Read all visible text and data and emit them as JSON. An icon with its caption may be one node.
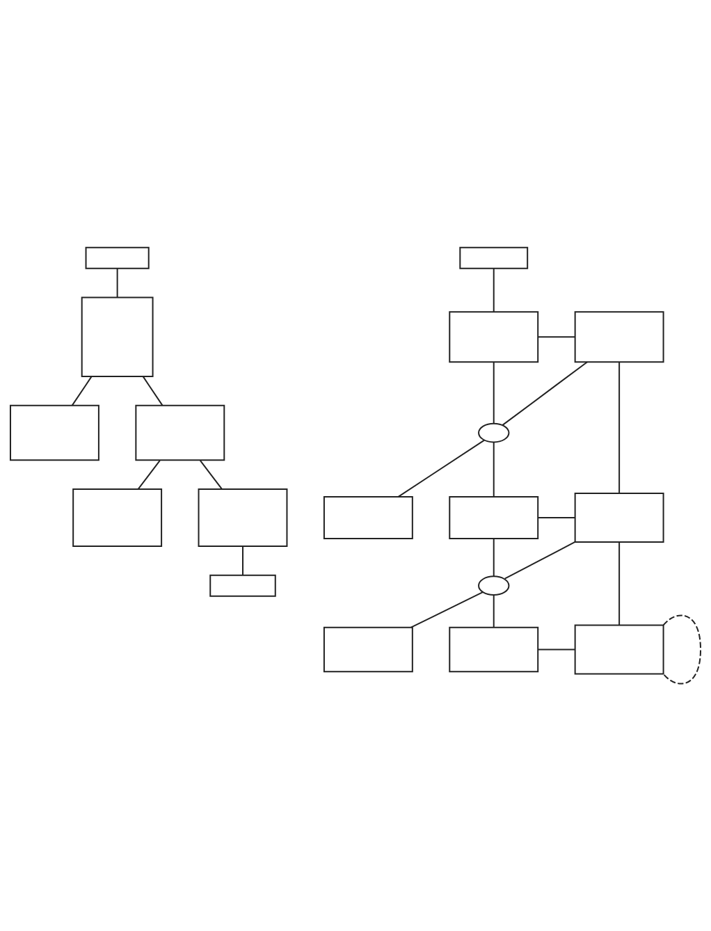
{
  "diagram": {
    "nodes": [
      {
        "text": [],
        "shape": "box"
      },
      {
        "text": [],
        "shape": "box"
      },
      {
        "text": [],
        "shape": "box"
      },
      {
        "text": [],
        "shape": "box"
      },
      {
        "text": [],
        "shape": "box"
      },
      {
        "text": [],
        "shape": "box"
      },
      {
        "text": [],
        "shape": "box"
      },
      {
        "text": [],
        "shape": "box"
      },
      {
        "text": [],
        "shape": "box"
      },
      {
        "text": [],
        "shape": "box"
      },
      {
        "text": [],
        "shape": "ellipse"
      },
      {
        "text": [],
        "shape": "box"
      },
      {
        "text": [],
        "shape": "box"
      },
      {
        "text": [],
        "shape": "box"
      },
      {
        "text": [],
        "shape": "ellipse"
      },
      {
        "text": [],
        "shape": "box"
      },
      {
        "text": [],
        "shape": "box"
      },
      {
        "text": [],
        "shape": "box"
      }
    ],
    "edges": [
      {
        "from": 0,
        "to": 1,
        "arrow": "none"
      },
      {
        "from": 1,
        "to": 2,
        "arrow": "none"
      },
      {
        "from": 1,
        "to": 3,
        "arrow": "none"
      },
      {
        "from": 3,
        "to": 4,
        "arrow": "none"
      },
      {
        "from": 3,
        "to": 5,
        "arrow": "none"
      },
      {
        "from": 5,
        "to": 6,
        "arrow": "none"
      },
      {
        "from": 7,
        "to": 8,
        "arrow": "none"
      },
      {
        "from": 8,
        "to": 9,
        "arrow": "none"
      },
      {
        "from": 8,
        "to": 10,
        "arrow": "none"
      },
      {
        "from": 9,
        "to": 10,
        "arrow": "none"
      },
      {
        "from": 10,
        "to": 11,
        "arrow": "none"
      },
      {
        "from": 10,
        "to": 12,
        "arrow": "none"
      },
      {
        "from": 9,
        "to": 13,
        "arrow": "none"
      },
      {
        "from": 12,
        "to": 13,
        "arrow": "none"
      },
      {
        "from": 12,
        "to": 14,
        "arrow": "none"
      },
      {
        "from": 13,
        "to": 14,
        "arrow": "none"
      },
      {
        "from": 14,
        "to": 15,
        "arrow": "none"
      },
      {
        "from": 14,
        "to": 16,
        "arrow": "none"
      },
      {
        "from": 13,
        "to": 17,
        "arrow": "none"
      },
      {
        "from": 16,
        "to": 17,
        "arrow": "none"
      },
      {
        "from": 17,
        "to": 17,
        "arrow": "none",
        "style": "dashed"
      }
    ]
  }
}
